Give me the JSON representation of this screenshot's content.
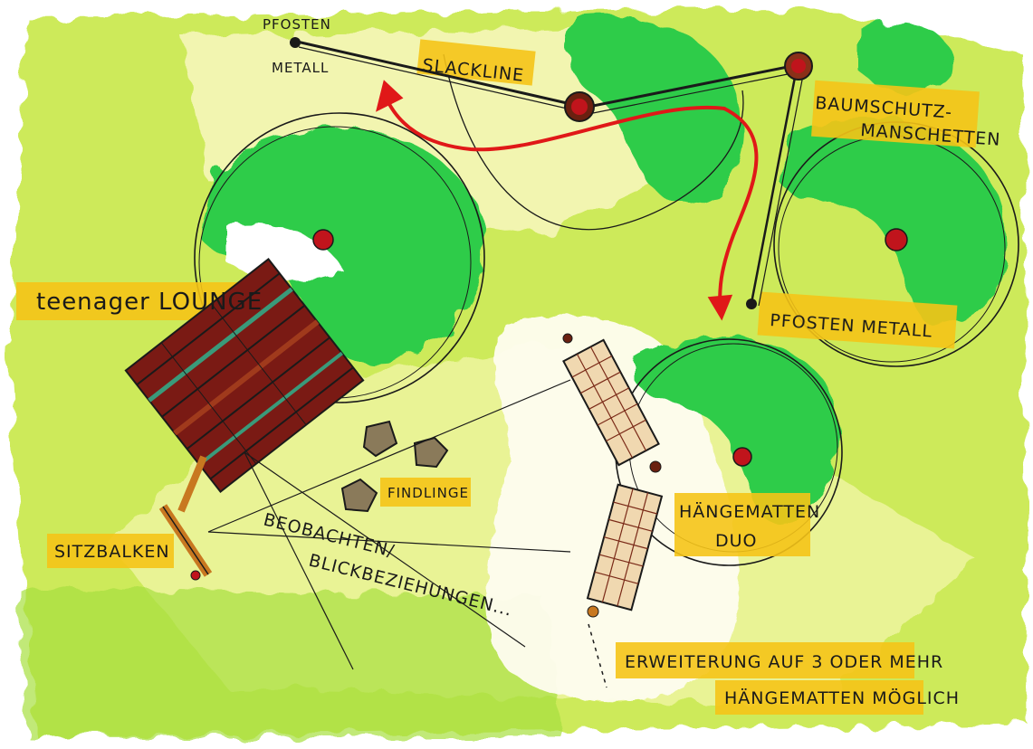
{
  "labels": {
    "pfosten_metall_top_1": "PFOSTEN",
    "pfosten_metall_top_2": "METALL",
    "slackline": "SLACKLINE",
    "baumschutz_1": "BAUMSCHUTZ-",
    "baumschutz_2": "MANSCHETTEN",
    "teenager_lounge": "teenager LOUNGE",
    "pfosten_metall_right": "PFOSTEN METALL",
    "findlinge": "FINDLINGE",
    "haengematten_1": "HÄNGEMATTEN",
    "haengematten_2": "DUO",
    "sitzbalken": "SITZBALKEN",
    "beobachten_1": "BEOBACHTEN/",
    "beobachten_2": "BLICKBEZIEHUNGEN...",
    "erweiterung_1": "ERWEITERUNG AUF 3 ODER MEHR",
    "erweiterung_2": "HÄNGEMATTEN MÖGLICH"
  },
  "colors": {
    "lawn": "#c8e84a",
    "lawn_light": "#eef5a0",
    "tree_canopy": "#2ecc4a",
    "highlight": "#f5c518",
    "trunk": "#c0141c",
    "wood_dark": "#7a1a14",
    "wood_mid": "#a03a1c",
    "accent_teal": "#3a9a7a",
    "arrow": "#e01818",
    "ink": "#1a1a1a",
    "stone": "#8a7a5a"
  }
}
